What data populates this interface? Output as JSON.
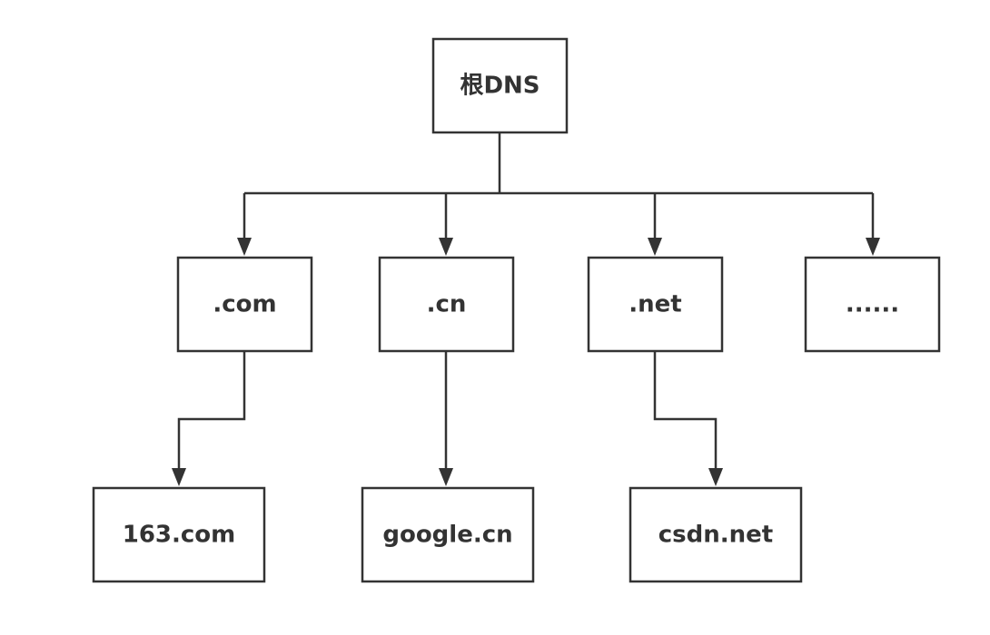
{
  "diagram": {
    "nodes": {
      "root": "根DNS",
      "com": ".com",
      "cn": ".cn",
      "net": ".net",
      "more": "......",
      "com_163": "163.com",
      "google_cn": "google.cn",
      "csdn_net": "csdn.net"
    },
    "edges": [
      {
        "from": "root",
        "to": "com"
      },
      {
        "from": "root",
        "to": "cn"
      },
      {
        "from": "root",
        "to": "net"
      },
      {
        "from": "root",
        "to": "more"
      },
      {
        "from": "com",
        "to": "com_163"
      },
      {
        "from": "cn",
        "to": "google_cn"
      },
      {
        "from": "net",
        "to": "csdn_net"
      }
    ],
    "colors": {
      "stroke": "#333333",
      "box_fill": "#ffffff",
      "text": "#333333"
    }
  }
}
